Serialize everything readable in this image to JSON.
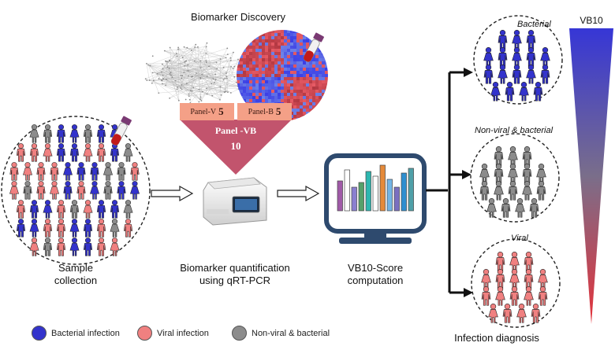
{
  "title": "Biomarker Discovery",
  "panels": {
    "panel_v": {
      "label": "Panel-V",
      "count": "5"
    },
    "panel_b": {
      "label": "Panel-B",
      "count": "5"
    },
    "panel_vb": {
      "label": "Panel -VB",
      "count": "10"
    }
  },
  "steps": {
    "sample": {
      "line1": "Sample",
      "line2": "collection"
    },
    "quant": {
      "line1": "Biomarker quantification",
      "line2": "using qRT-PCR"
    },
    "score": {
      "line1": "VB10-Score",
      "line2": "computation"
    },
    "diagnosis": "Infection diagnosis"
  },
  "groups": {
    "bacterial": "Bacterial",
    "nonviral": "Non-viral & bacterial",
    "viral": "Viral"
  },
  "gradient_label": "VB10",
  "legend": {
    "bacterial": "Bacterial infection",
    "viral": "Viral infection",
    "nonviral": "Non-viral & bacterial"
  },
  "colors": {
    "bacterial": "#3333cc",
    "viral": "#f08080",
    "nonviral": "#8c8c8c",
    "panel_light": "#f4a087",
    "panel_dark": "#c2546d",
    "monitor": "#2e4a6e"
  }
}
